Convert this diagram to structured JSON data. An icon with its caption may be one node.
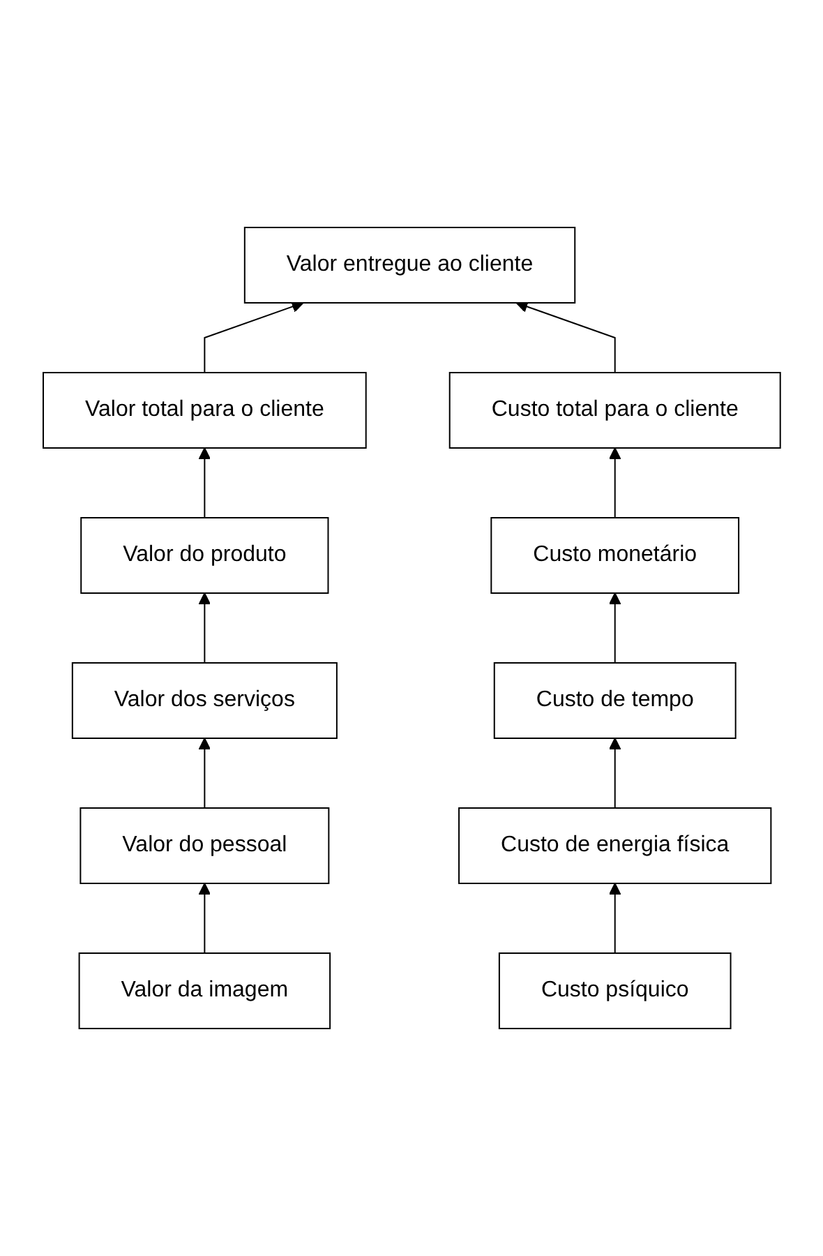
{
  "diagram": {
    "nodes": [
      {
        "text": [
          "Valor entregue ao cliente"
        ]
      },
      {
        "text": [
          "Valor total para o cliente"
        ]
      },
      {
        "text": [
          "Custo total para o cliente"
        ]
      },
      {
        "text": [
          "Valor do produto"
        ]
      },
      {
        "text": [
          "Custo monetário"
        ]
      },
      {
        "text": [
          "Valor dos serviços"
        ]
      },
      {
        "text": [
          "Custo de tempo"
        ]
      },
      {
        "text": [
          "Valor do pessoal"
        ]
      },
      {
        "text": [
          "Custo de energia física"
        ]
      },
      {
        "text": [
          "Valor da imagem"
        ]
      },
      {
        "text": [
          "Custo psíquico"
        ]
      }
    ],
    "edges": [
      {
        "from": 1,
        "to": 0,
        "arrow": "to"
      },
      {
        "from": 2,
        "to": 0,
        "arrow": "to"
      },
      {
        "from": 3,
        "to": 1,
        "arrow": "to"
      },
      {
        "from": 4,
        "to": 2,
        "arrow": "to"
      },
      {
        "from": 5,
        "to": 3,
        "arrow": "to"
      },
      {
        "from": 6,
        "to": 4,
        "arrow": "to"
      },
      {
        "from": 7,
        "to": 5,
        "arrow": "to"
      },
      {
        "from": 8,
        "to": 6,
        "arrow": "to"
      },
      {
        "from": 9,
        "to": 7,
        "arrow": "to"
      },
      {
        "from": 10,
        "to": 8,
        "arrow": "to"
      }
    ]
  }
}
